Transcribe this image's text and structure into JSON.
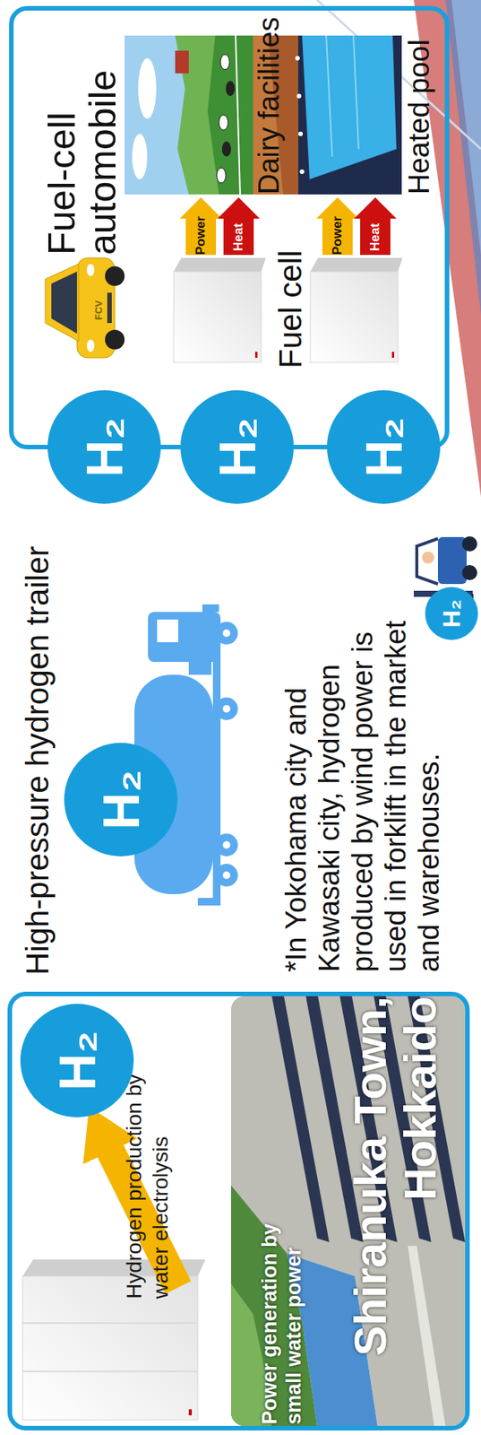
{
  "diagram": {
    "nodes": [
      {
        "text": [
          "Hydrogen production by water electrolysis",
          "Power generation by small water power",
          "Shiranuka Town, Hokkaido"
        ]
      },
      {
        "text": [
          "H₂"
        ],
        "in": 0
      },
      {
        "text": [
          "H₂"
        ]
      },
      {
        "text": [
          "H₂"
        ]
      },
      {
        "text": [
          "H₂"
        ]
      },
      {
        "text": [
          "H₂"
        ]
      },
      {
        "text": [
          "H₂"
        ]
      },
      {
        "text": [
          "Fuel-cell automobile",
          "Fuel cell",
          "Dairy facilities",
          "Heated pool"
        ]
      }
    ],
    "edges": [
      {
        "from": 0,
        "to": 5,
        "arrow": "to"
      }
    ],
    "labels": [
      "High-pressure hydrogen trailer",
      "*In Yokohama city and Kawasaki city, hydrogen produced by wind power is used in forklift in the market and warehouses.",
      "FCV",
      "Power",
      "Heat",
      "Power",
      "Heat"
    ]
  }
}
